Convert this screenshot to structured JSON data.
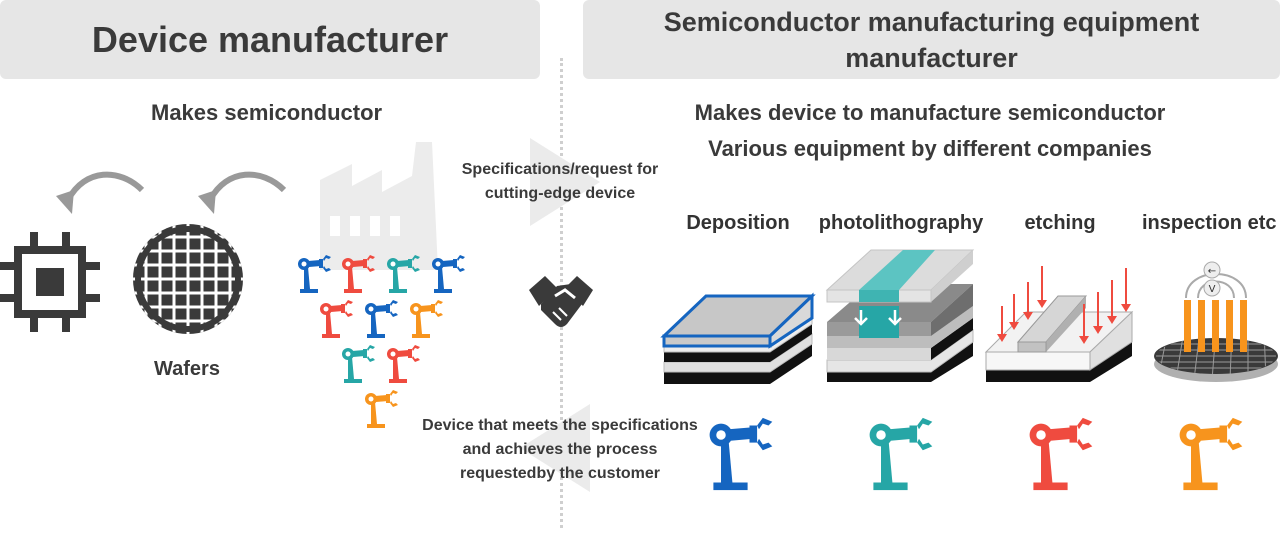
{
  "left": {
    "title": "Device manufacturer",
    "subtitle": "Makes semiconductor",
    "wafers_label": "Wafers"
  },
  "right": {
    "title": "Semiconductor manufacturing equipment manufacturer",
    "subtitle_1": "Makes device to manufacture semiconductor",
    "subtitle_2": "Various equipment by different companies",
    "processes": [
      "Deposition",
      "photolithography",
      "etching",
      "inspection etc"
    ]
  },
  "flow": {
    "request": "Specifications/request for cutting-edge device",
    "response_1": "Device that meets the specifications",
    "response_2": "and achieves the process",
    "response_3": "requestedby the customer"
  },
  "colors": {
    "blue": "#1565c0",
    "teal": "#26a6a6",
    "red": "#ef4b3f",
    "orange": "#f7941d",
    "header_bg": "#e6e6e6",
    "dark": "#3a3a3a"
  },
  "icons": [
    "chip-icon",
    "wafer-icon",
    "factory-icon",
    "robot-arm-icon",
    "handshake-icon",
    "curved-arrow-icon"
  ]
}
